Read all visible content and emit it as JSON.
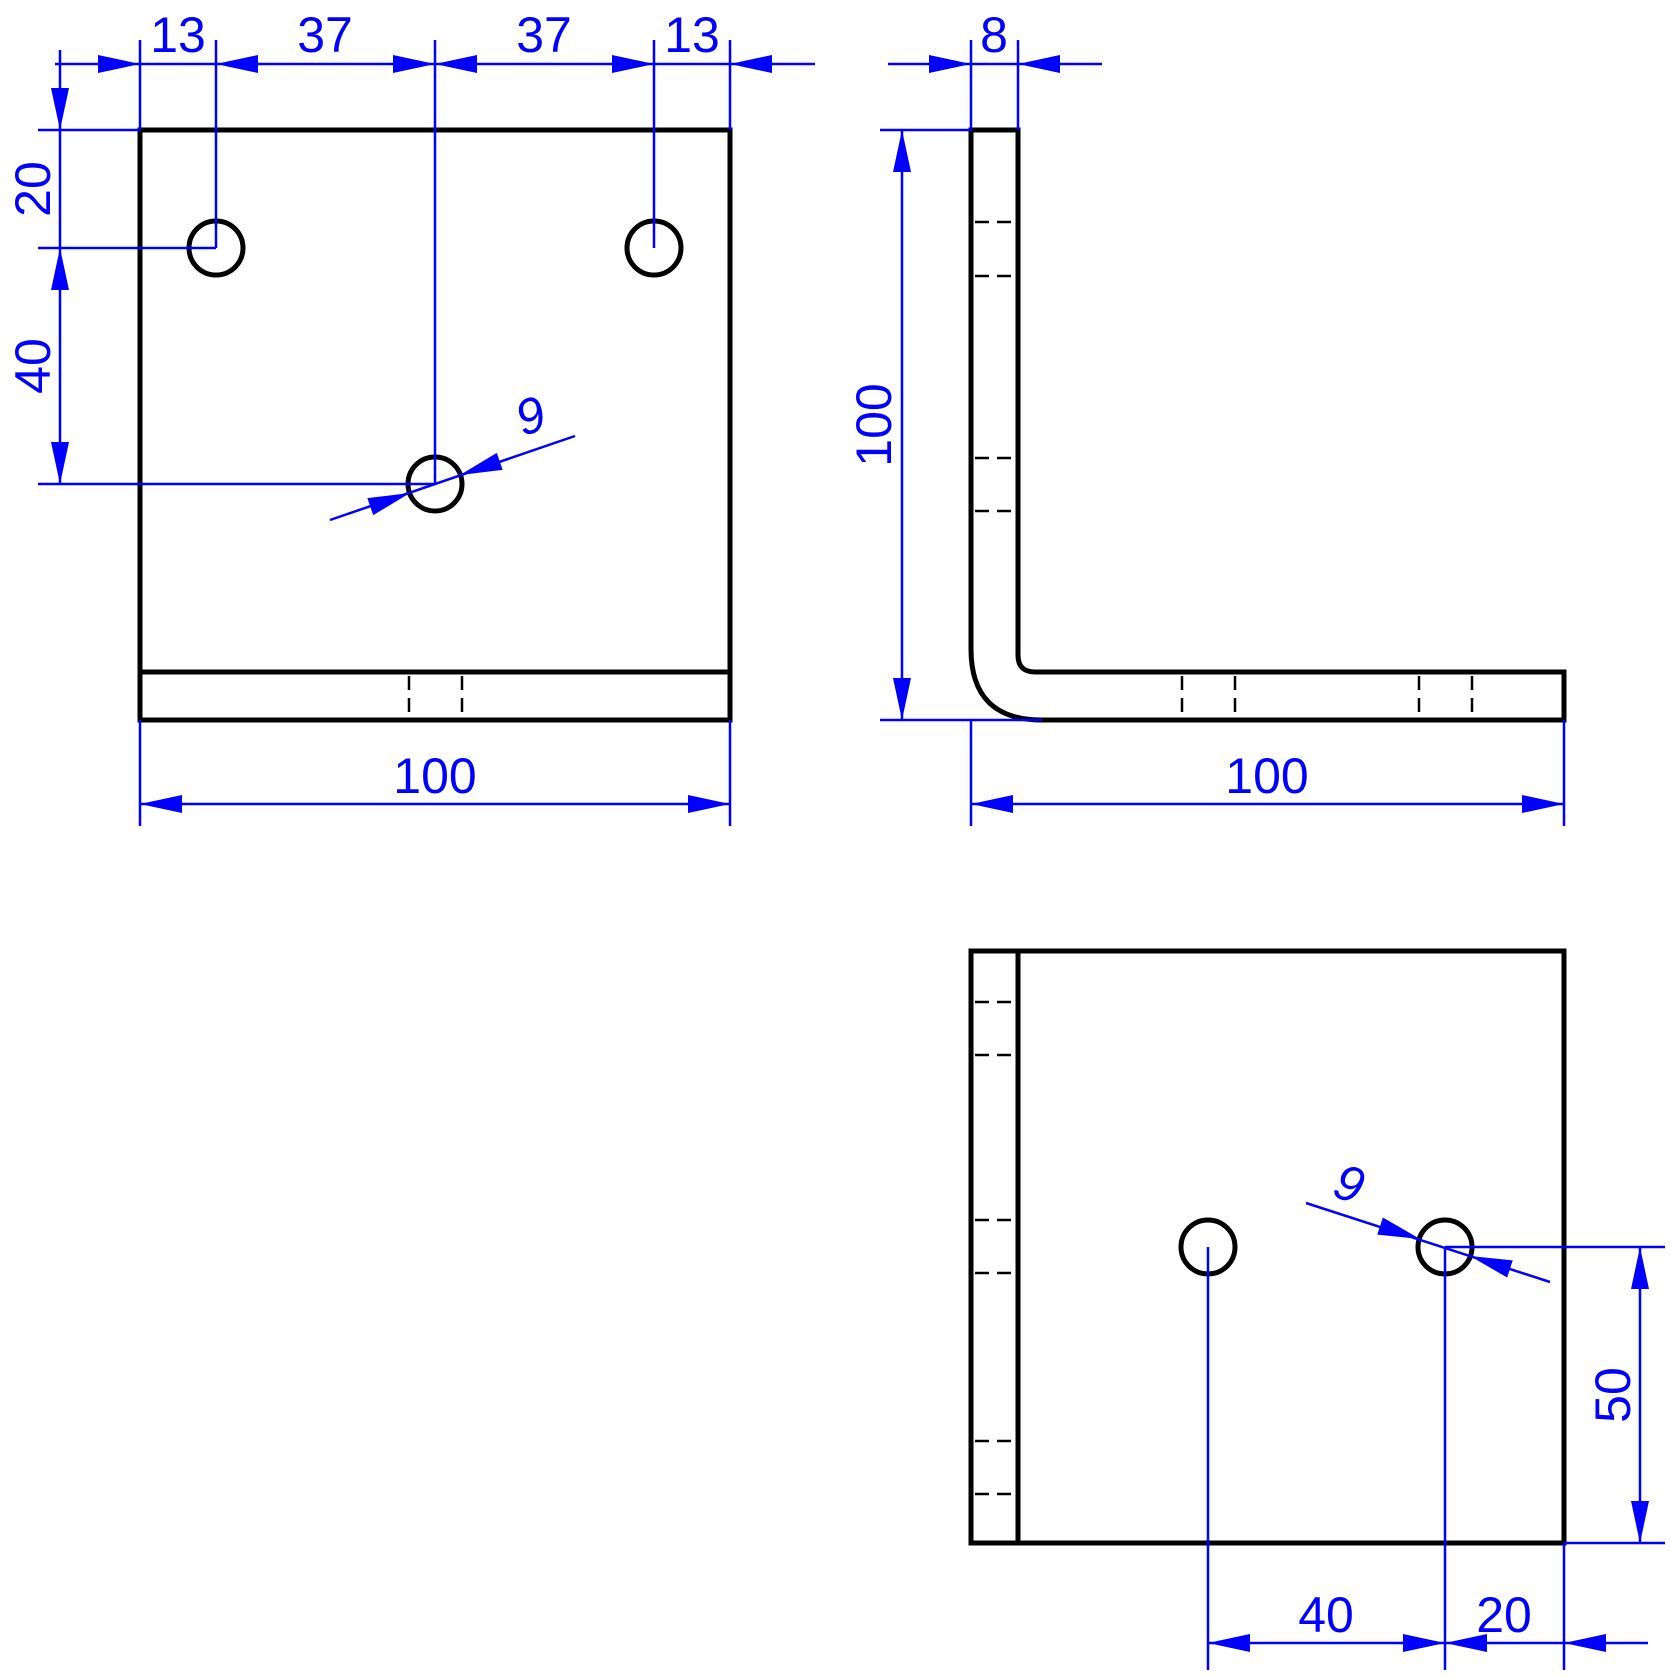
{
  "drawing": {
    "line_color": "#000000",
    "dimension_color": "#0000ff",
    "front_view": {
      "dims": {
        "left_margin": "13",
        "hole_spacing_left": "37",
        "hole_spacing_right": "37",
        "right_margin": "13",
        "top_offset": "20",
        "hole_row_spacing": "40",
        "hole_diameter": "9",
        "width": "100"
      }
    },
    "side_view": {
      "dims": {
        "thickness": "8",
        "height": "100",
        "length": "100"
      }
    },
    "bottom_view": {
      "dims": {
        "hole_diameter": "9",
        "hole_spacing": "40",
        "edge_offset": "20",
        "depth_offset": "50"
      }
    }
  }
}
